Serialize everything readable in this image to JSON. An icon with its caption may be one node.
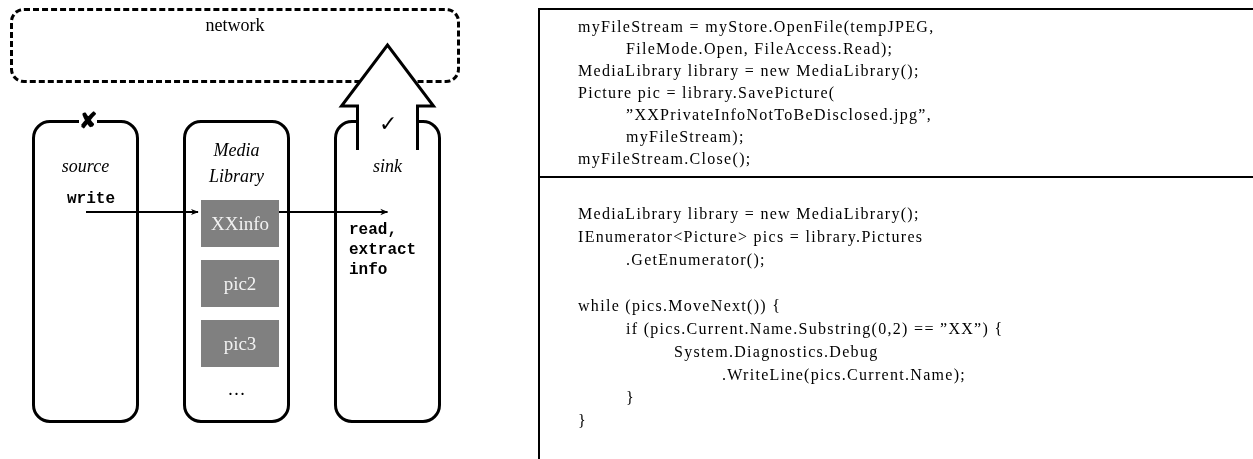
{
  "diagram": {
    "nodes": [
      {
        "text": [
          "network"
        ]
      },
      {
        "text": [
          "source"
        ],
        "beside": [
          "✘"
        ]
      },
      {
        "text": [
          "Media Library",
          "…"
        ]
      },
      {
        "text": [
          "XXinfo"
        ],
        "in": 2
      },
      {
        "text": [
          "pic2"
        ],
        "in": 2
      },
      {
        "text": [
          "pic3"
        ],
        "in": 2
      },
      {
        "text": [
          "sink"
        ]
      },
      {
        "text": [
          "myFileStream = myStore.OpenFile(tempJPEG,",
          "FileMode.Open, FileAccess.Read);",
          "MediaLibrary library = new MediaLibrary();",
          "Picture pic = library.SavePicture(",
          "”XXPrivateInfoNotToBeDisclosed.jpg”,",
          "myFileStream);",
          "myFileStream.Close();"
        ]
      },
      {
        "text": [
          "MediaLibrary library = new MediaLibrary();",
          "IEnumerator<Picture> pics = library.Pictures",
          ".GetEnumerator();",
          "while (pics.MoveNext()) {",
          "if (pics.Current.Name.Substring(0,2) == ”XX”) {",
          "System.Diagnostics.Debug",
          ".WriteLine(pics.Current.Name);",
          "}",
          "}"
        ]
      }
    ],
    "edges": [
      {
        "from": 1,
        "to": 3,
        "arrow": "to",
        "label": "write"
      },
      {
        "from": 3,
        "to": 6,
        "arrow": "to",
        "label": "read, extract info"
      },
      {
        "from": 6,
        "to": 0,
        "arrow": "to",
        "style": "thick",
        "label": "✓"
      }
    ]
  }
}
